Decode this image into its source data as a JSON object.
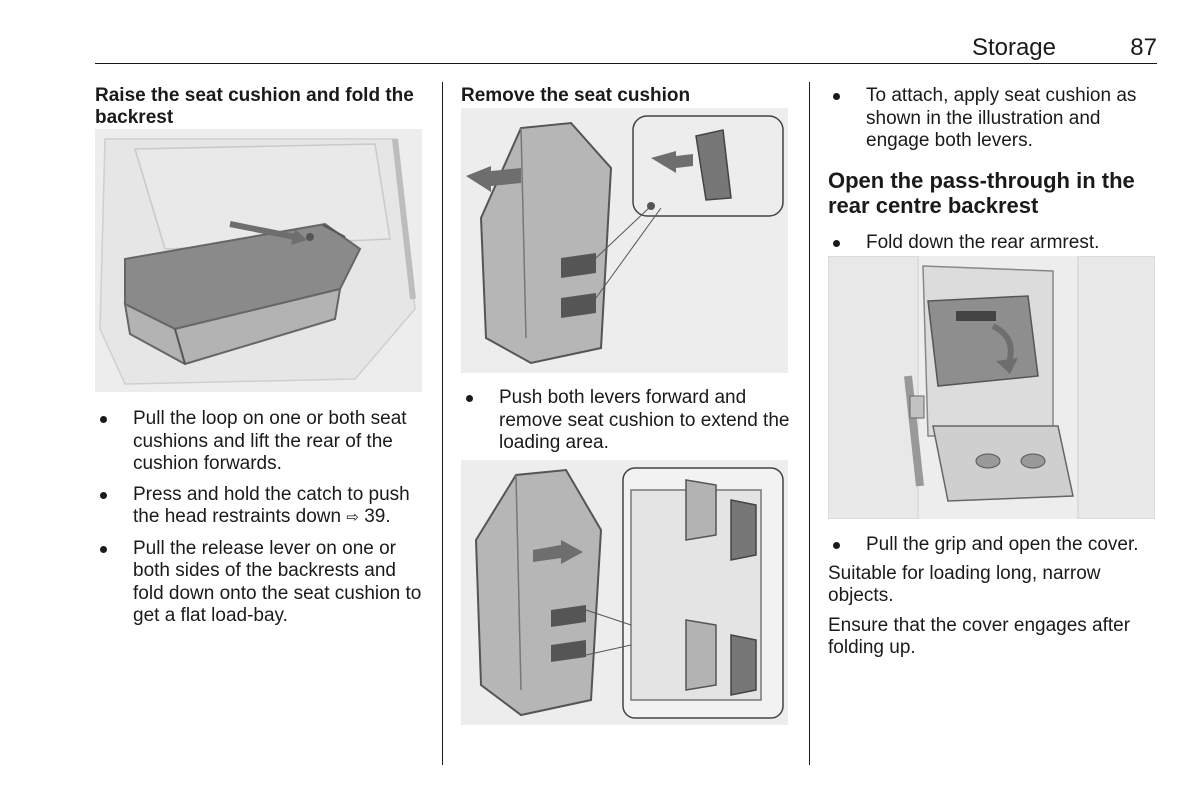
{
  "header": {
    "section": "Storage",
    "page_number": "87"
  },
  "left": {
    "heading": "Raise the seat cushion and fold the backrest",
    "bullets": [
      {
        "text": "Pull the loop on one or both seat cushions and lift the rear of the cushion forwards."
      },
      {
        "text_before": "Press and hold the catch to push the head restraints down",
        "xref_icon": "⇨",
        "xref": "39."
      },
      {
        "text": "Pull the release lever on one or both sides of the backrests and fold down onto the seat cushion to get a flat load-bay."
      }
    ]
  },
  "middle": {
    "heading": "Remove the seat cushion",
    "bullets": [
      {
        "text": "Push both levers forward and remove seat cushion to extend the loading area."
      }
    ]
  },
  "right": {
    "top_bullets": [
      {
        "text": "To attach, apply seat cushion as shown in the illustration and engage both levers."
      }
    ],
    "heading": "Open the pass-through in the rear centre backrest",
    "bullets_a": [
      {
        "text": "Fold down the rear armrest."
      }
    ],
    "bullets_b": [
      {
        "text": "Pull the grip and open the cover."
      }
    ],
    "paragraphs": [
      "Suitable for loading long, narrow objects.",
      "Ensure that the cover engages after folding up."
    ]
  },
  "colors": {
    "figure_bg": "#ededed",
    "line": "#555555",
    "arrow": "#6e6e6e",
    "seat_dark": "#8a8a8a"
  }
}
